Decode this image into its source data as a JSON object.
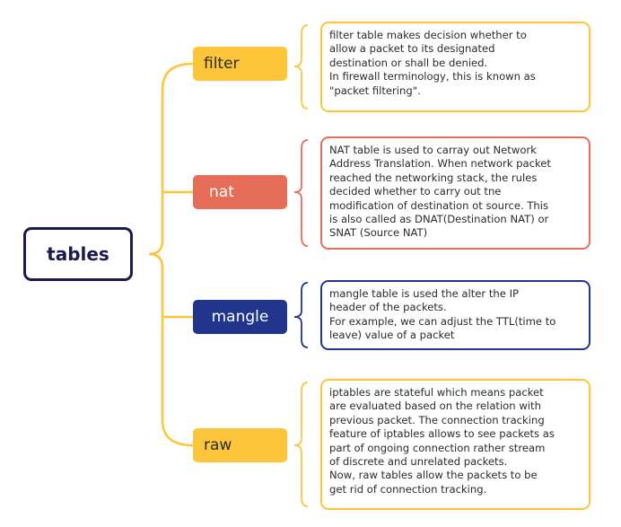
{
  "root": {
    "label": "tables"
  },
  "colors": {
    "root_border": "#1a1a4e",
    "yellow": "#fdc63a",
    "coral": "#e66e58",
    "navy": "#22358c"
  },
  "branches": [
    {
      "label": "filter",
      "description": [
        "filter table makes decision whether to",
        "allow a packet to its designated",
        "destination or shall be denied.",
        "In firewall terminology, this is known as",
        "\"packet filtering\"."
      ]
    },
    {
      "label": "nat",
      "description": [
        "NAT table is used to carray out Network",
        "Address Translation. When network packet",
        "reached the networking stack, the rules",
        "decided whether to carry out tne",
        "modification of destination ot source. This",
        "is also called as DNAT(Destination NAT) or",
        "SNAT (Source NAT)"
      ]
    },
    {
      "label": "mangle",
      "description": [
        "mangle table is used the alter the IP",
        "header of the packets.",
        "For example, we can adjust the TTL(time to",
        "leave) value of a packet"
      ]
    },
    {
      "label": "raw",
      "description": [
        "iptables are stateful which means packet",
        "are evaluated based on the relation with",
        "previous packet. The connection tracking",
        "feature of iptables allows to see packets as",
        "part of ongoing connection rather stream",
        "of discrete and unrelated packets.",
        "Now, raw tables allow the packets to be",
        "get rid of connection tracking."
      ]
    }
  ]
}
